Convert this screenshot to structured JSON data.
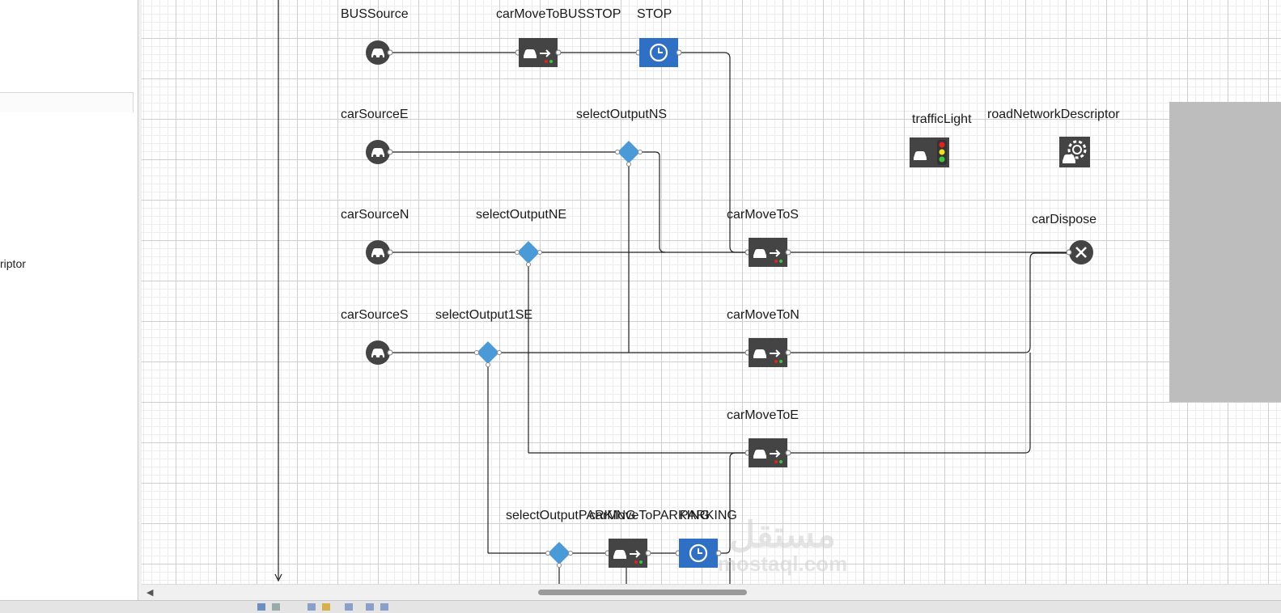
{
  "left_panel": {
    "item_text": "riptor"
  },
  "colors": {
    "block_dark": "#444444",
    "timer_blue": "#2f6fc4",
    "select_blue": "#4a9ad8",
    "port": "#888888"
  },
  "blocks": {
    "bus_source": {
      "label": "BUSSource",
      "icon": "car-icon"
    },
    "car_move_busstop": {
      "label": "carMoveToBUSSTOP",
      "icon": "car-move-icon"
    },
    "stop": {
      "label": "STOP",
      "icon": "clock-icon"
    },
    "car_source_e": {
      "label": "carSourceE",
      "icon": "car-icon"
    },
    "select_output_ns": {
      "label": "selectOutputNS",
      "icon": "diamond-icon"
    },
    "traffic_light": {
      "label": "trafficLight",
      "icon": "traffic-light-icon"
    },
    "road_network": {
      "label": "roadNetworkDescriptor",
      "icon": "road-network-icon"
    },
    "car_source_n": {
      "label": "carSourceN",
      "icon": "car-icon"
    },
    "select_output_ne": {
      "label": "selectOutputNE",
      "icon": "diamond-icon"
    },
    "car_move_s": {
      "label": "carMoveToS",
      "icon": "car-move-icon"
    },
    "car_dispose": {
      "label": "carDispose",
      "icon": "dispose-icon"
    },
    "car_source_s": {
      "label": "carSourceS",
      "icon": "car-icon"
    },
    "select_output_1se": {
      "label": "selectOutput1SE",
      "icon": "diamond-icon"
    },
    "car_move_n": {
      "label": "carMoveToN",
      "icon": "car-move-icon"
    },
    "car_move_e": {
      "label": "carMoveToE",
      "icon": "car-move-icon"
    },
    "select_output_parking": {
      "label": "selectOutputPARKING",
      "icon": "diamond-icon"
    },
    "car_move_parking": {
      "label": "carMoveToPARKING",
      "icon": "car-move-icon"
    },
    "parking": {
      "label": "PARKING",
      "icon": "clock-icon"
    }
  },
  "watermark": {
    "arabic": "مستقل",
    "latin": "mostaql.com"
  }
}
